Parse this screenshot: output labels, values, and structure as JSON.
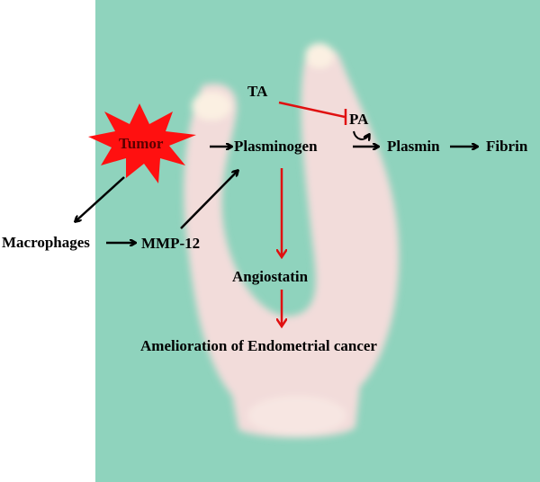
{
  "labels": {
    "ta": "TA",
    "pa": "PA",
    "tumor": "Tumor",
    "plasminogen": "Plasminogen",
    "plasmin": "Plasmin",
    "fibrin": "Fibrin",
    "macrophages": "Macrophages",
    "mmp12": "MMP-12",
    "angiostatin": "Angiostatin",
    "outcome": "Amelioration of Endometrial cancer"
  },
  "colors": {
    "background": "#8fd3bd",
    "tissue": "#f2dcda",
    "inhibit": "#e01010",
    "tumor_star": "#ff1010",
    "tumor_text": "#5a0000"
  }
}
